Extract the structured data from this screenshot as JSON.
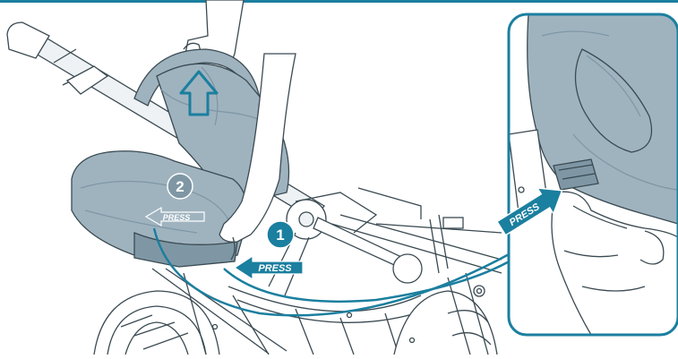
{
  "labels": {
    "press": "PRESS",
    "step_1": "1",
    "step_2": "2"
  },
  "colors": {
    "accent_blue": "#1b7f9f",
    "seat_fill": "#9fb3bf",
    "seat_shadow": "#7f97a5",
    "line": "#3a4a52",
    "frame_fill": "#eef2f4"
  },
  "icons": [
    "up-arrow-icon",
    "press-arrow-icon",
    "step-badge-icon"
  ]
}
